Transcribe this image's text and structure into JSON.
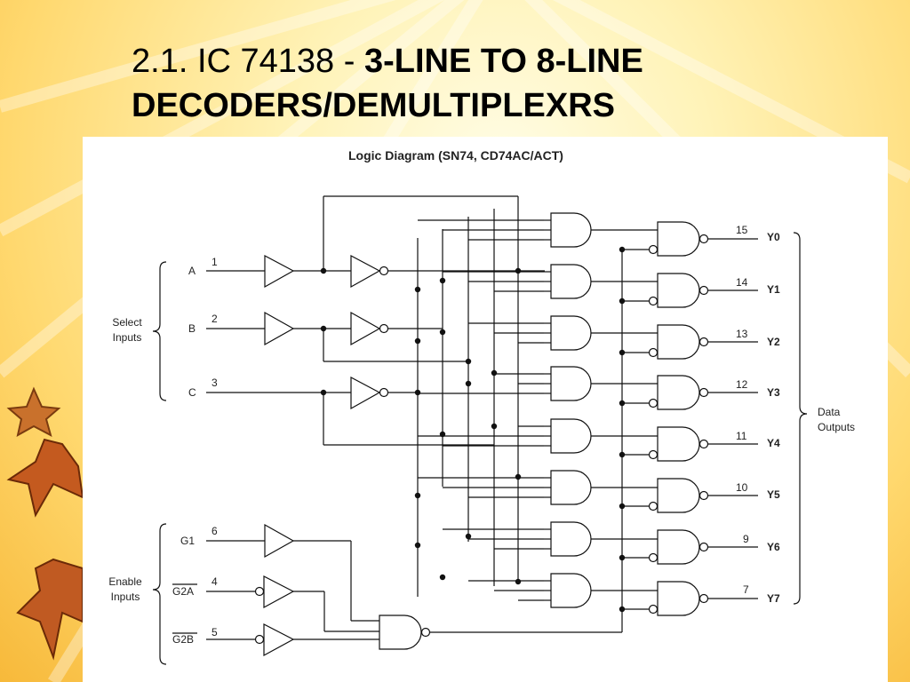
{
  "slide": {
    "title_prefix": "2.1. IC 74138 - ",
    "title_bold_line1": "3-LINE TO 8-LINE",
    "title_bold_line2": "DECODERS/DEMULTIPLEXRS"
  },
  "diagram": {
    "heading": "Logic Diagram (SN74, CD74AC/ACT)",
    "select_group": [
      "Select",
      "Inputs"
    ],
    "enable_group": [
      "Enable",
      "Inputs"
    ],
    "output_group": [
      "Data",
      "Outputs"
    ],
    "inputs": [
      {
        "name": "A",
        "pin": "1"
      },
      {
        "name": "B",
        "pin": "2"
      },
      {
        "name": "C",
        "pin": "3"
      },
      {
        "name": "G1",
        "pin": "6"
      },
      {
        "name": "G2A",
        "pin": "4"
      },
      {
        "name": "G2B",
        "pin": "5"
      }
    ],
    "outputs": [
      {
        "name": "Y0",
        "pin": "15"
      },
      {
        "name": "Y1",
        "pin": "14"
      },
      {
        "name": "Y2",
        "pin": "13"
      },
      {
        "name": "Y3",
        "pin": "12"
      },
      {
        "name": "Y4",
        "pin": "11"
      },
      {
        "name": "Y5",
        "pin": "10"
      },
      {
        "name": "Y6",
        "pin": "9"
      },
      {
        "name": "Y7",
        "pin": "7"
      }
    ]
  }
}
